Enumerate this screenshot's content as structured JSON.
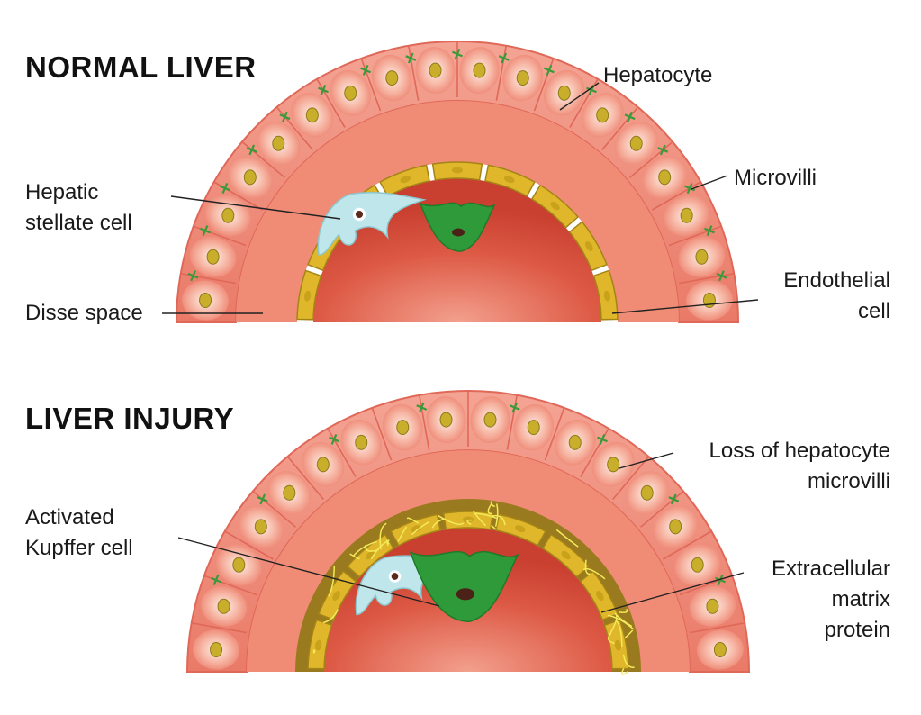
{
  "panels": {
    "normal": {
      "title": "NORMAL LIVER",
      "labels": {
        "hepatocyte": "Hepatocyte",
        "microvilli": "Microvilli",
        "stellate": [
          "Hepatic",
          "stellate cell"
        ],
        "disse": "Disse space",
        "endothelial": [
          "Endothelial",
          "cell"
        ]
      }
    },
    "injury": {
      "title": "LIVER INJURY",
      "labels": {
        "loss": [
          "Loss of hepatocyte",
          "microvilli"
        ],
        "kupffer": [
          "Activated",
          "Kupffer cell"
        ],
        "ecm": [
          "Extracellular",
          "matrix",
          "protein"
        ]
      }
    }
  },
  "colors": {
    "hepatocyte_fill": "#f08a7a",
    "hepatocyte_border": "#e06858",
    "cell_center": "#fbe3da",
    "nucleus": "#c9ae2c",
    "lumen": "#d8493a",
    "endothelial": "#e0b72a",
    "kupffer": "#2e9a3a",
    "stellate": "#bfe6ea",
    "microvilli": "#3a9a3a",
    "ecm_fiber": "#f3ea5a",
    "line": "#222222"
  }
}
